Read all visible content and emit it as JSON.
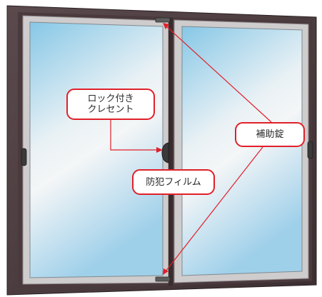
{
  "callouts": {
    "lock_crescent": {
      "line1": "ロック付き",
      "line2": "クレセント"
    },
    "security_film": {
      "label": "防犯フィルム"
    },
    "auxiliary_lock": {
      "label": "補助錠"
    }
  },
  "colors": {
    "frame_dark": "#4a3a3d",
    "frame_light": "#cfcccd",
    "glass_top": "#86c7e6",
    "glass_mid": "#eef3f6",
    "accent_red": "#e0202a"
  },
  "icons": [
    "crescent-lock-icon",
    "auxiliary-lock-icon",
    "window-handle-icon"
  ]
}
